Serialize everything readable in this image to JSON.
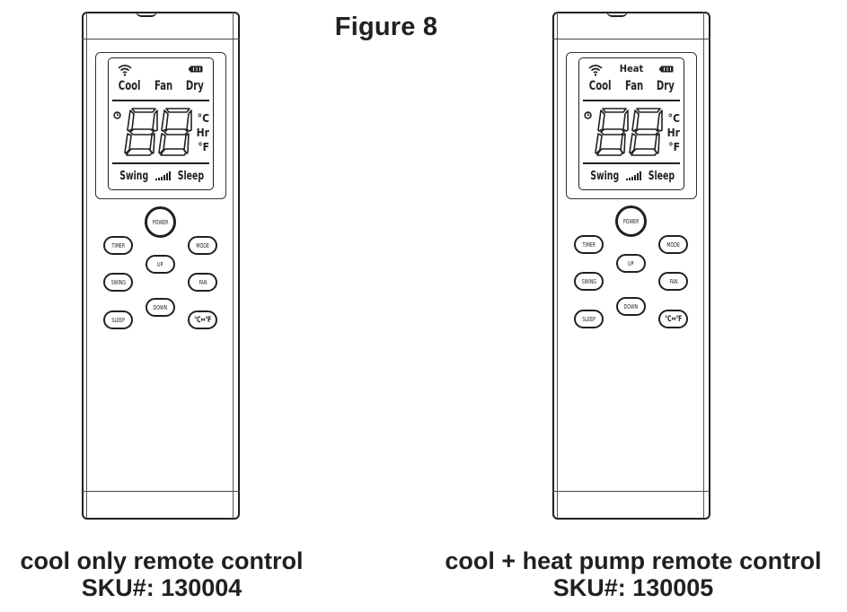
{
  "figure": {
    "title": "Figure 8"
  },
  "remotes": [
    {
      "id": "cool-only",
      "lcd": {
        "heat_label": "",
        "modes": [
          "Cool",
          "Fan",
          "Dry"
        ],
        "digits": "88",
        "units": [
          "°C",
          "Hr",
          "°F"
        ],
        "bottom_left": "Swing",
        "bottom_right": "Sleep",
        "icons": [
          "wifi-icon",
          "battery-icon",
          "clock-icon",
          "fan-speed-bars-icon"
        ]
      },
      "buttons": {
        "power": "POWER",
        "timer": "TIMER",
        "mode": "MODE",
        "up": "UP",
        "swing": "SWING",
        "fan": "FAN",
        "down": "DOWN",
        "sleep": "SLEEP",
        "unit_toggle": "℃↔℉"
      },
      "caption": {
        "line1": "cool only remote control",
        "line2": "SKU#: 130004"
      }
    },
    {
      "id": "cool-heat-pump",
      "lcd": {
        "heat_label": "Heat",
        "modes": [
          "Cool",
          "Fan",
          "Dry"
        ],
        "digits": "88",
        "units": [
          "°C",
          "Hr",
          "°F"
        ],
        "bottom_left": "Swing",
        "bottom_right": "Sleep",
        "icons": [
          "wifi-icon",
          "battery-icon",
          "clock-icon",
          "fan-speed-bars-icon"
        ]
      },
      "buttons": {
        "power": "POWER",
        "timer": "TIMER",
        "mode": "MODE",
        "up": "UP",
        "swing": "SWING",
        "fan": "FAN",
        "down": "DOWN",
        "sleep": "SLEEP",
        "unit_toggle": "℃↔℉"
      },
      "caption": {
        "line1": "cool + heat pump remote control",
        "line2": "SKU#: 130005"
      }
    }
  ],
  "colors": {
    "ink": "#231f20",
    "background": "#ffffff"
  }
}
